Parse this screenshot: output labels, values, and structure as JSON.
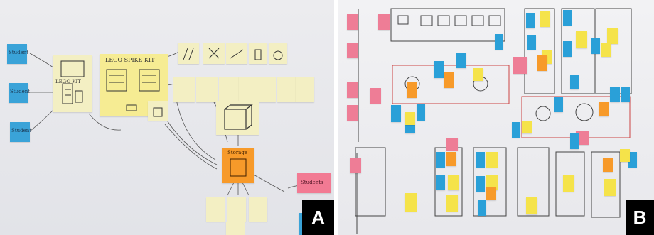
{
  "panels": [
    {
      "label": "A"
    },
    {
      "label": "B"
    }
  ],
  "panel_a": {
    "kit_title": "LEGO SPIKE KIT",
    "lego_kit_title": "LEGO KIT",
    "storage_label": "Storage",
    "students_label": "Students",
    "student_label": "Student",
    "note_colors": {
      "yellow": "#f6ec93",
      "cream": "#f3efc3",
      "blue": "#3aa3d8",
      "orange": "#f79a2a",
      "pink": "#f27a93"
    }
  },
  "panel_b": {
    "note_colors": {
      "yellow": "#f5e34a",
      "orange": "#f79a2a",
      "blue": "#2aa0d8",
      "pink": "#ee7d96"
    }
  }
}
